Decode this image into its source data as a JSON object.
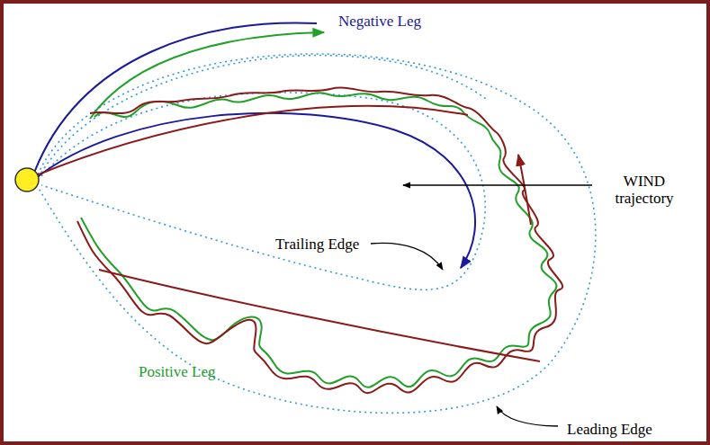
{
  "diagram": {
    "labels": [
      "Negative Leg",
      "WIND trajectory",
      "Trailing Edge",
      "Positive Leg",
      "Leading Edge"
    ]
  }
}
